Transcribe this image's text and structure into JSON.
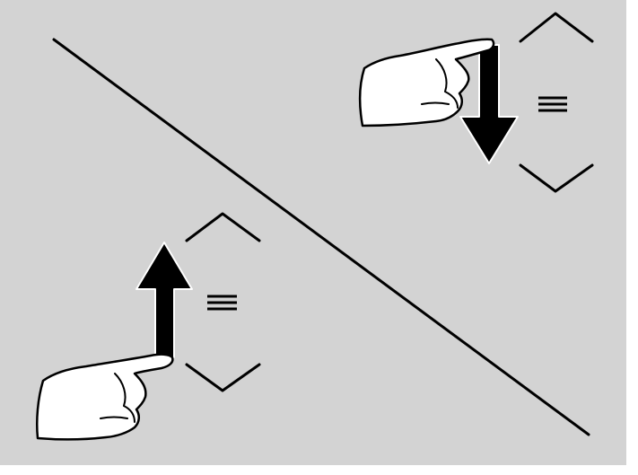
{
  "colors": {
    "background": "#d3d3d3",
    "stroke": "#000000",
    "hand_fill": "#ffffff"
  },
  "gestures": [
    {
      "label": "swipe-down",
      "direction": "down",
      "icons": [
        "chevron-up-icon",
        "menu-icon",
        "chevron-down-icon",
        "pointing-hand-icon",
        "arrow-down-icon"
      ]
    },
    {
      "label": "swipe-up",
      "direction": "up",
      "icons": [
        "chevron-up-icon",
        "menu-icon",
        "chevron-down-icon",
        "pointing-hand-icon",
        "arrow-up-icon"
      ]
    }
  ],
  "divider": "diagonal-line"
}
